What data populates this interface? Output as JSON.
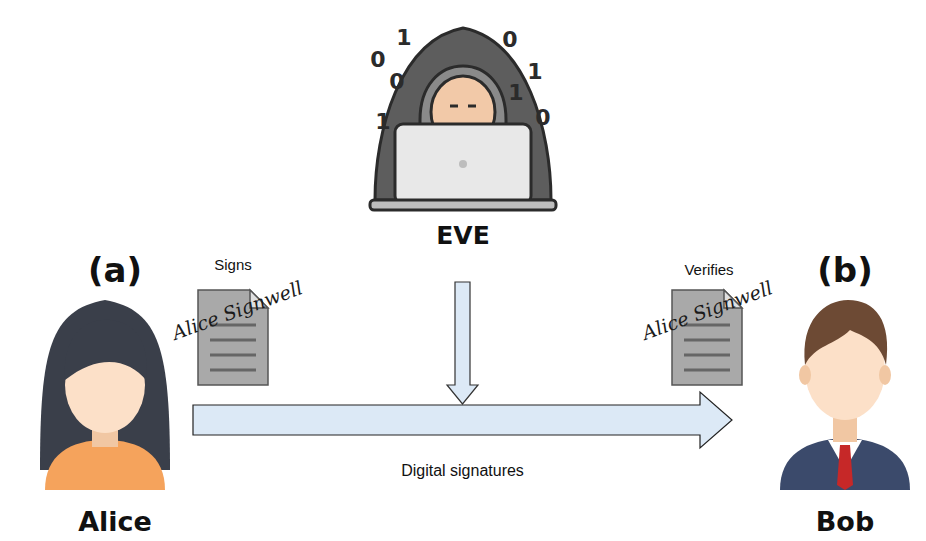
{
  "diagram": {
    "nodes": [
      {
        "text": [
          "EVE"
        ]
      },
      {
        "text": [
          "(a)",
          "Alice"
        ]
      },
      {
        "text": [
          "(b)",
          "Bob"
        ]
      }
    ],
    "edges": [
      {
        "from": 1,
        "to": 2,
        "arrow": "to",
        "label": "Digital signatures"
      }
    ],
    "labels": [
      "Signs",
      "Alice Signwell",
      "Verifies",
      "Alice Signwell",
      "0",
      "1",
      "0",
      "1",
      "0",
      "1",
      "1",
      "0"
    ]
  }
}
